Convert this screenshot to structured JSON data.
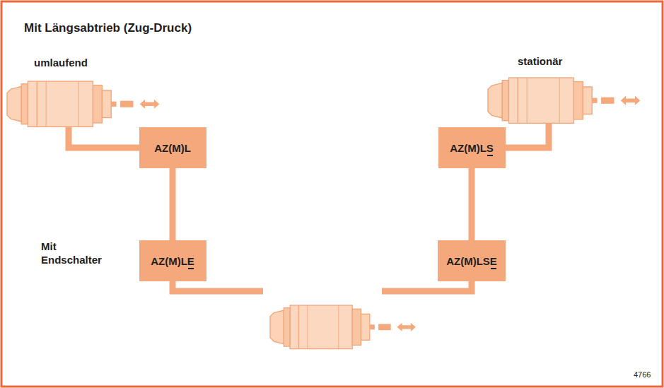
{
  "diagram": {
    "title": "Mit Längsabtrieb (Zug-Druck)",
    "nodes": [
      {
        "text": [
          "AZ(M)L"
        ]
      },
      {
        "text": [
          "AZ(M)LS"
        ]
      },
      {
        "text": [
          "AZ(M)LE"
        ]
      },
      {
        "text": [
          "AZ(M)LSE"
        ]
      }
    ],
    "edges": [
      {
        "from": 0,
        "to": 2,
        "arrow": "none"
      },
      {
        "from": 1,
        "to": 3,
        "arrow": "none"
      }
    ],
    "labels": [
      "umlaufend",
      "stationär",
      "Mit Endschalter",
      "4766"
    ]
  }
}
